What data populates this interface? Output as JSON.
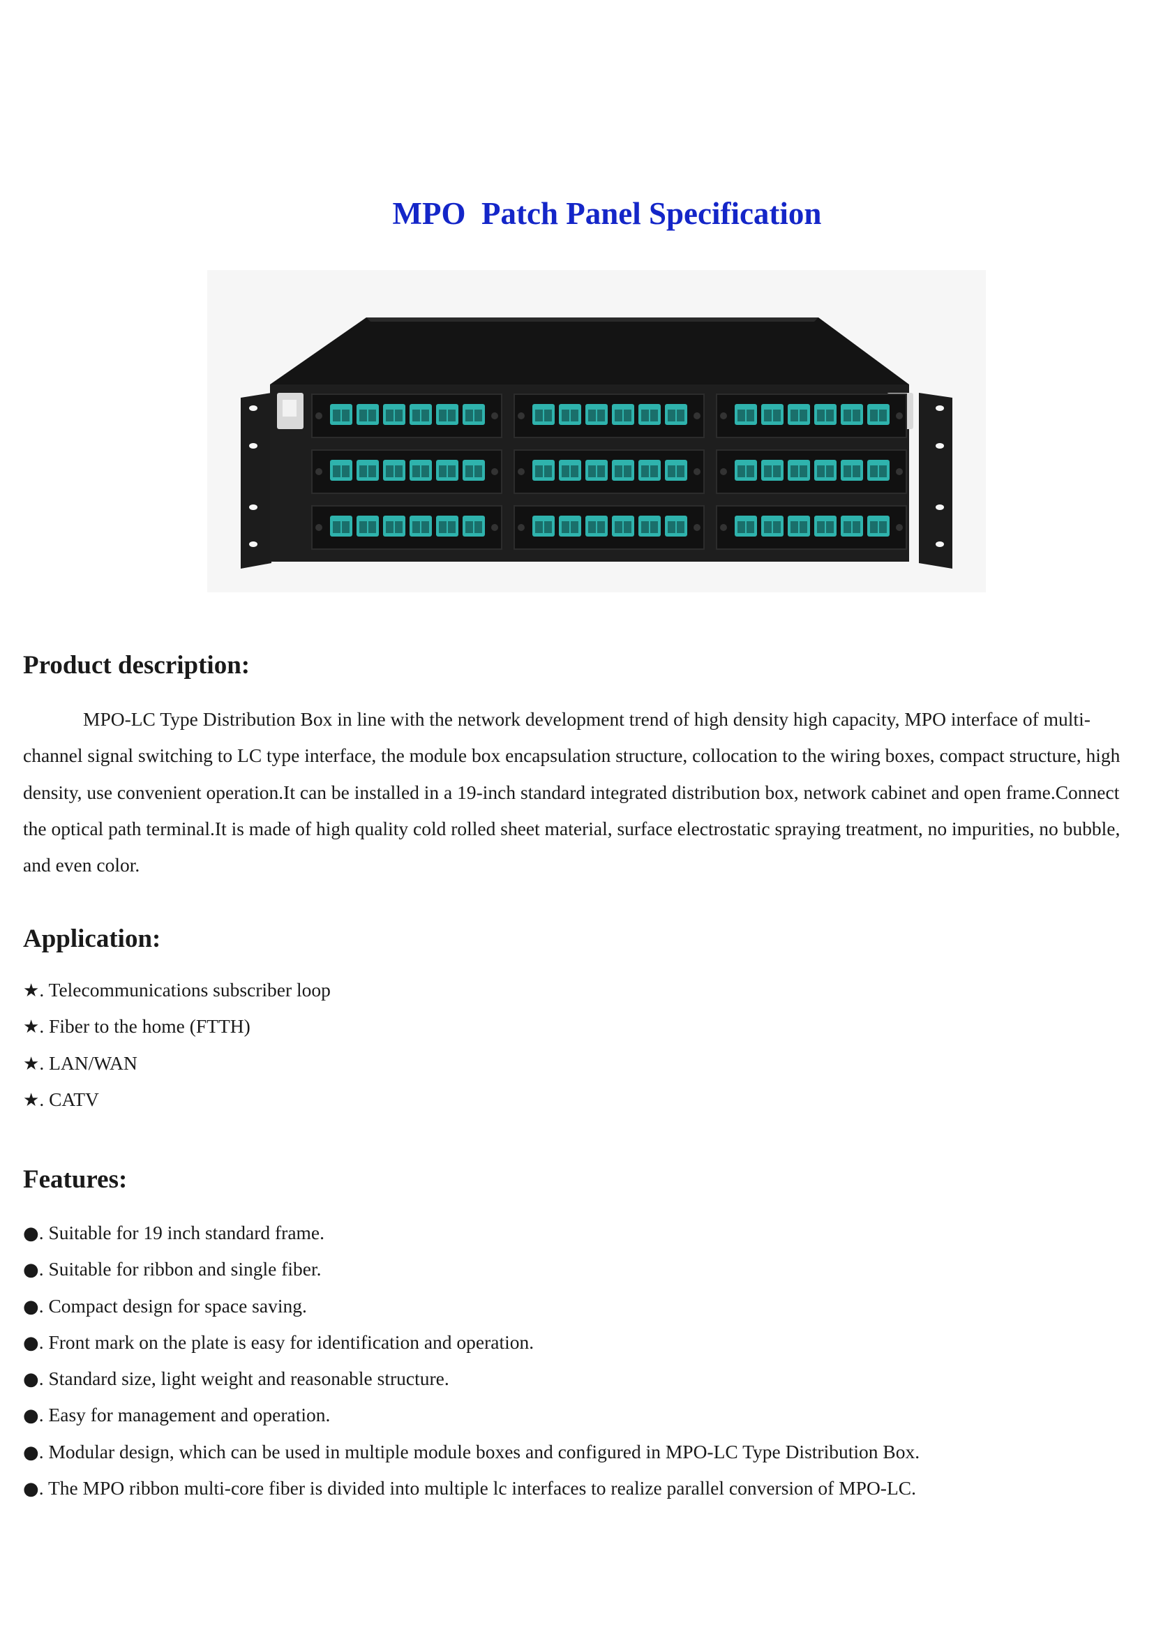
{
  "title": "MPO  Patch Panel Specification",
  "sections": {
    "description": {
      "heading": "Product description:",
      "text": "MPO-LC Type Distribution Box in line with the network development trend of high density high capacity, MPO interface of multi-channel signal switching to LC type interface, the module box encapsulation structure, collocation to the wiring boxes, compact structure, high density, use convenient operation.It can be installed in a 19-inch standard integrated distribution box, network cabinet and open frame.Connect the optical path terminal.It is made of high quality cold rolled sheet material, surface electrostatic spraying treatment, no impurities, no bubble, and even color."
    },
    "application": {
      "heading": "Application:",
      "marker": "★",
      "items": [
        ". Telecommunications subscriber loop",
        ". Fiber to the home (FTTH)",
        ". LAN/WAN",
        ". CATV"
      ]
    },
    "features": {
      "heading": "Features:",
      "marker": "●",
      "items": [
        ". Suitable for 19 inch standard frame.",
        ". Suitable for ribbon and single fiber.",
        ". Compact design for space saving.",
        ". Front mark on the plate is easy for identification and operation.",
        ". Standard size, light weight and reasonable structure.",
        ". Easy for management and operation.",
        ". Modular design, which can be used in multiple module boxes and configured in MPO-LC Type Distribution Box.",
        ". The MPO ribbon multi-core fiber is divided into multiple lc interfaces to realize parallel conversion of MPO-LC."
      ]
    }
  },
  "colors": {
    "title": "#1426c8",
    "panel_body": "#1b1b1b",
    "adapter": "#2fb3ad"
  }
}
